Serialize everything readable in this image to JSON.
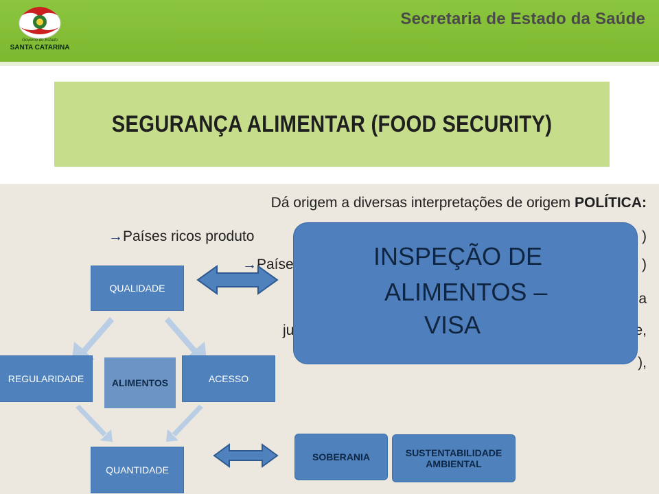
{
  "header": {
    "logo_line1": "Governo do Estado",
    "logo_line2": "SANTA CATARINA",
    "agency": "Secretaria de Estado da Saúde"
  },
  "slide": {
    "title": "SEGURANÇA ALIMENTAR  (FOOD SECURITY)",
    "line1_a": "Dá origem a diversas interpretações de origem ",
    "line1_b": "POLÍTICA:",
    "line2_arrow": "→",
    "line2": "Países ricos produto",
    "line2_end": ")",
    "line3_arrow": "→",
    "line3": "Paíse",
    "line3_end": ")",
    "line4_end": "a",
    "line5_start": "ju",
    "line5_end": "e,",
    "line6": "),"
  },
  "visa_box": {
    "line1": "INSPEÇÃO DE",
    "line2": "ALIMENTOS –",
    "line3": "VISA"
  },
  "diagram": {
    "top": "QUALIDADE",
    "right": "ACESSO",
    "bottom": "QUANTIDADE",
    "left": "REGULARIDADE",
    "center": "ALIMENTOS",
    "soberania": "SOBERANIA",
    "sustentabilidade": "SUSTENTABILIDADE AMBIENTAL"
  },
  "colors": {
    "header_green": "#8cc63f",
    "title_box": "#c6dd8c",
    "node_blue": "#4f81bd",
    "arrow_light": "#b9cde5"
  }
}
